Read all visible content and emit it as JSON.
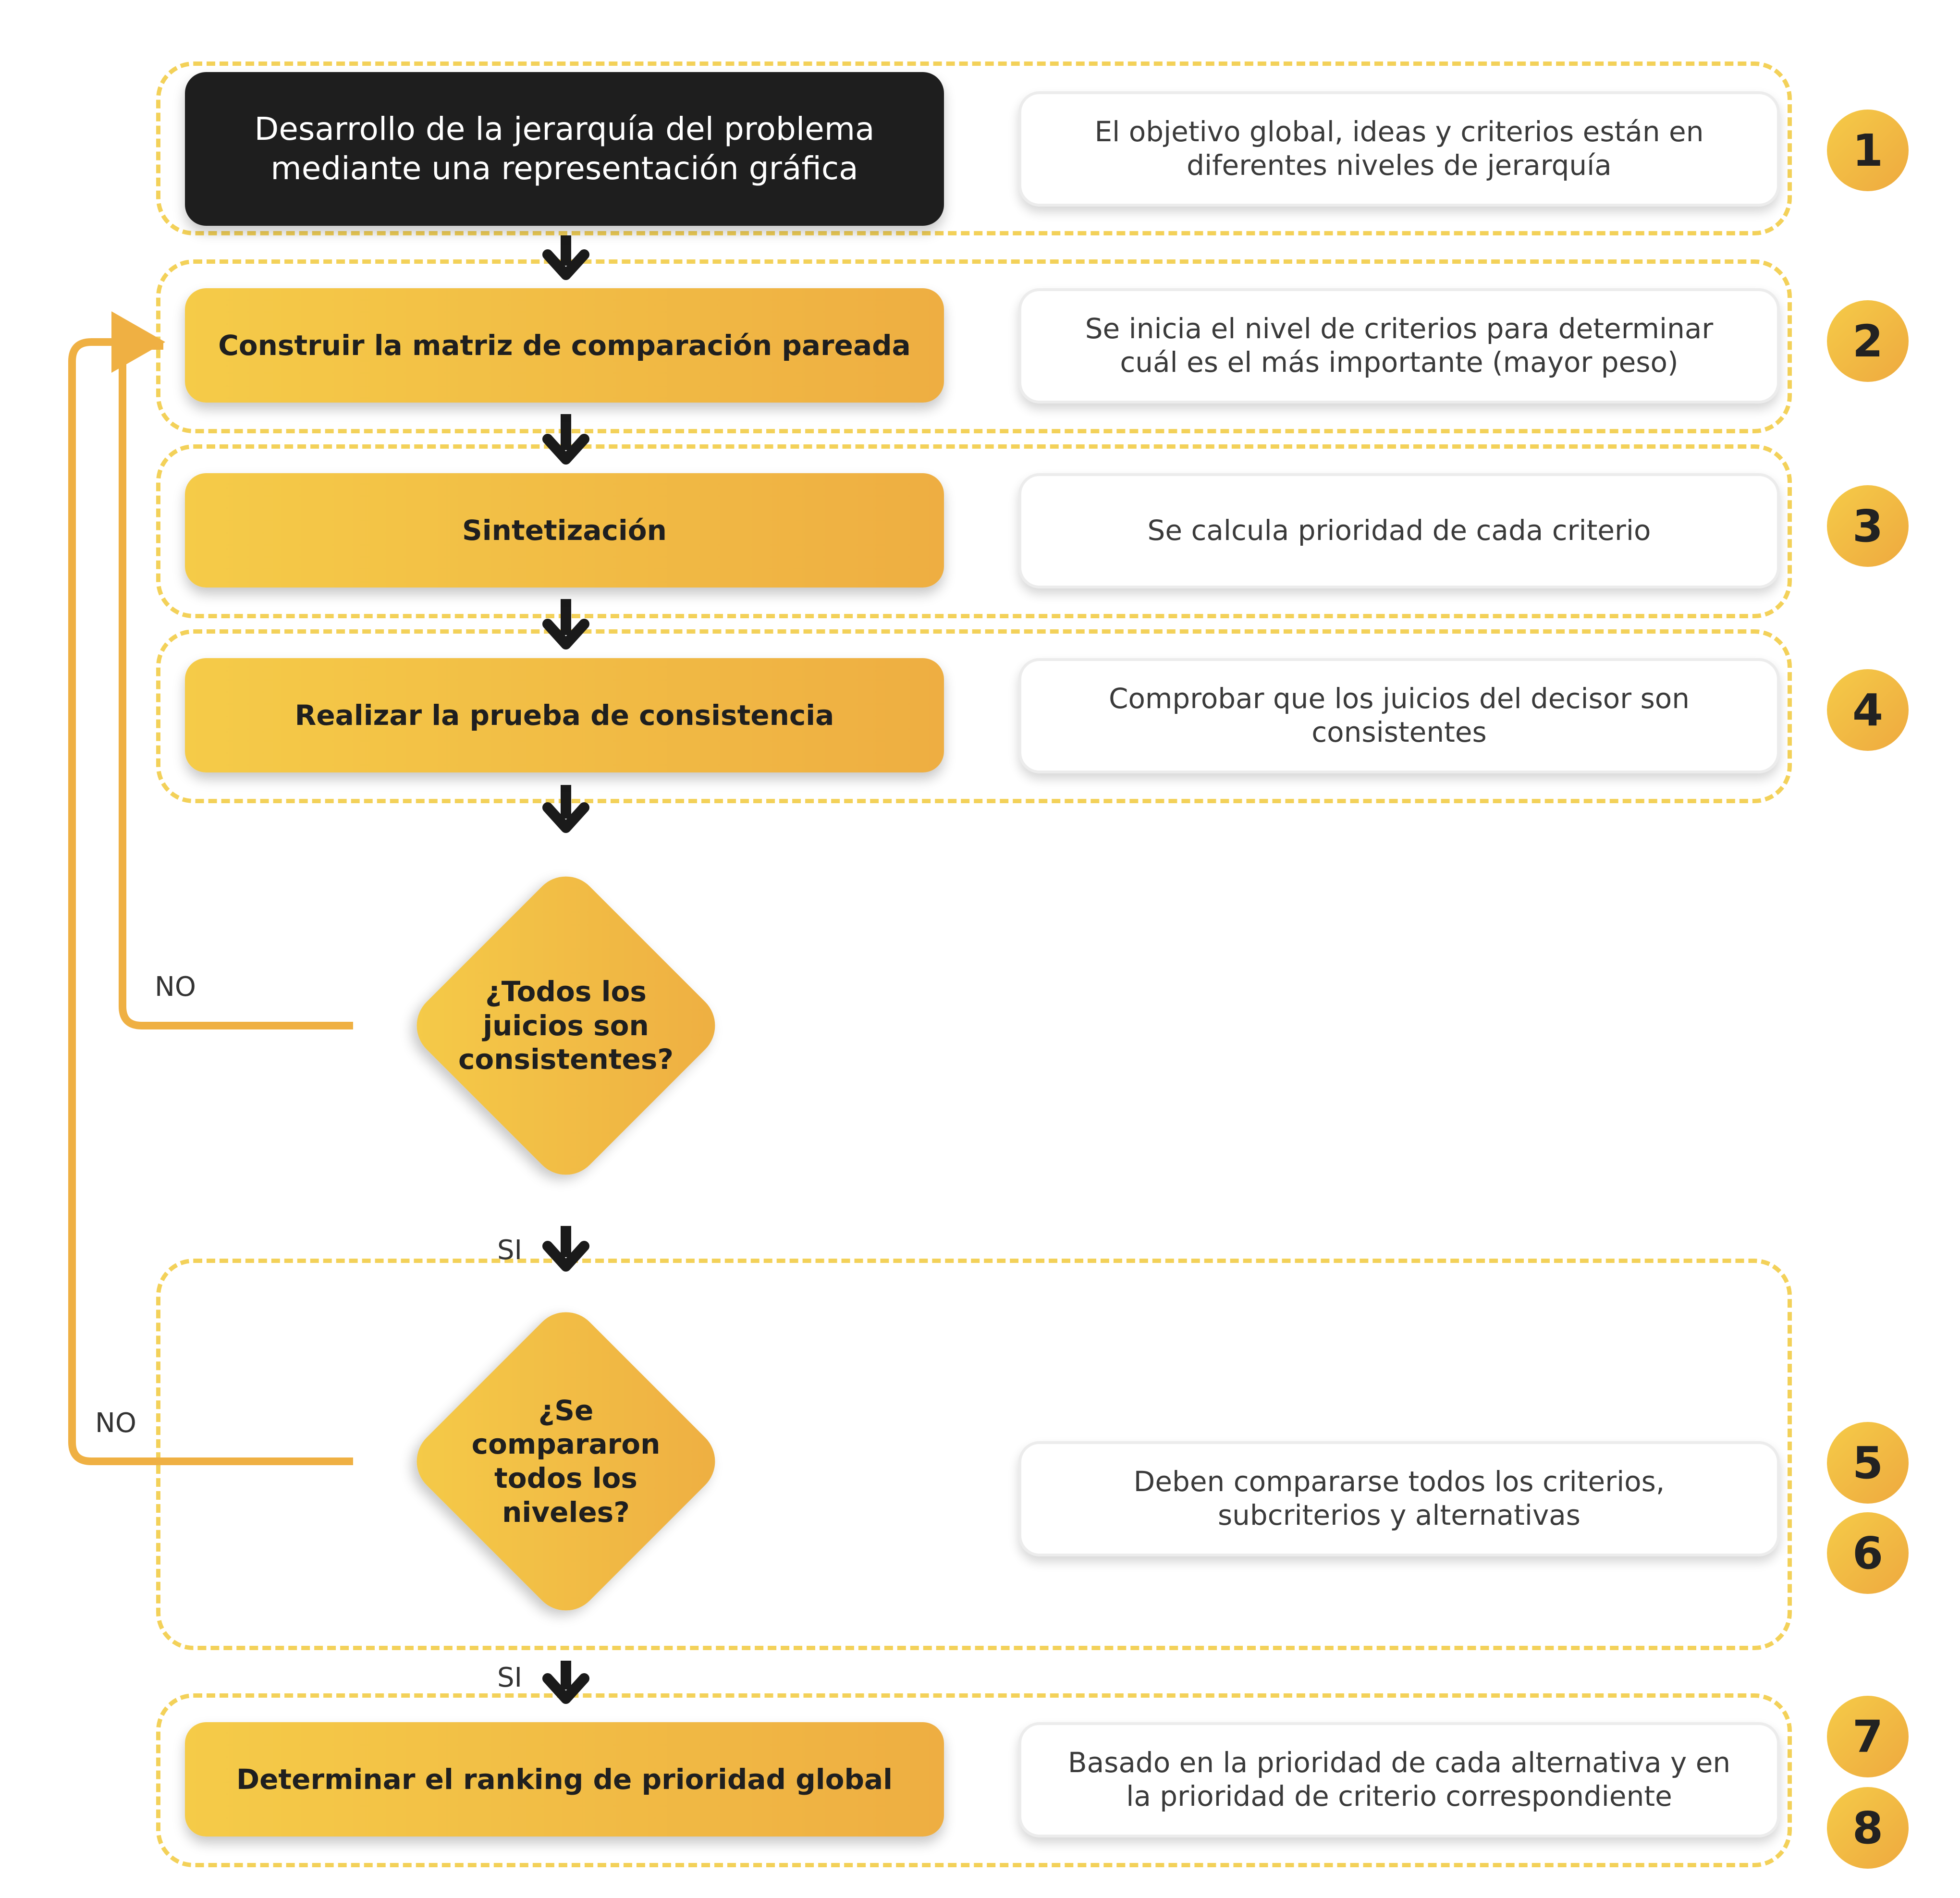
{
  "steps": {
    "s1": "Desarrollo de la jerarquía del problema mediante una representación gráfica",
    "s2": "Construir la matriz de comparación pareada",
    "s3": "Sintetización",
    "s4": "Realizar la prueba de consistencia",
    "s7": "Determinar el ranking de prioridad global"
  },
  "decisions": {
    "d1": "¿Todos los juicios son consistentes?",
    "d2": "¿Se compararon todos los niveles?"
  },
  "notes": {
    "n1": "El objetivo global, ideas y criterios están en diferentes niveles de jerarquía",
    "n2": "Se inicia el nivel de criterios para determinar cuál es el más importante (mayor peso)",
    "n3": "Se calcula prioridad de cada criterio",
    "n4": "Comprobar que los juicios del decisor son consistentes",
    "n5": "Deben compararse todos los criterios, subcriterios y alternativas",
    "n7": "Basado en la prioridad de cada alternativa y en la prioridad de criterio correspondiente"
  },
  "badges": [
    "1",
    "2",
    "3",
    "4",
    "5",
    "6",
    "7",
    "8"
  ],
  "flow_labels": {
    "no": "NO",
    "si": "SI"
  },
  "colors": {
    "gold_start": "#f5cb48",
    "gold_end": "#eeae42",
    "dark_box": "#1e1e1e",
    "dashed_border": "#f3d159",
    "loop_line": "#efb043",
    "arrow": "#1a1a1a"
  }
}
